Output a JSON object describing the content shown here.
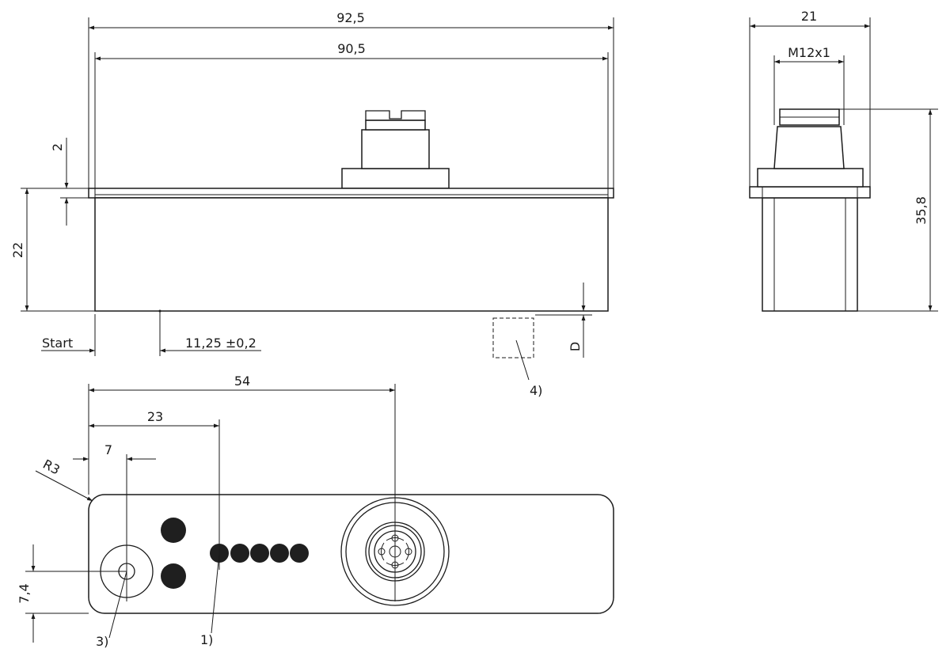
{
  "dimensions": {
    "overall_length": "92,5",
    "body_length": "90,5",
    "flange_thickness": "2",
    "body_height": "22",
    "start_label": "Start",
    "start_offset": "11,25  ±0,2",
    "depth": "D",
    "width": "21",
    "thread": "M12x1",
    "total_height": "35,8",
    "connector_pos": "54",
    "led_pos": "23",
    "hole_pos": "7",
    "corner_radius": "R3",
    "hole_height": "7,4"
  },
  "callouts": {
    "leds": "1)",
    "hole": "3)",
    "target": "4)"
  },
  "colors": {
    "line": "#1a1a1a",
    "led": "#1f1f1f"
  }
}
